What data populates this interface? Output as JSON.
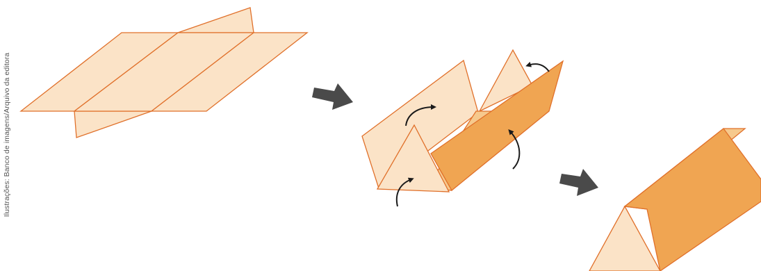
{
  "credit": "Ilustrações: Banco de imagens/Arquivo da editora",
  "colors": {
    "background": "#ffffff",
    "paper_light": "#fbe3c7",
    "paper_mid": "#f6c98d",
    "paper_dark": "#f0a552",
    "fold_line": "#e0702a",
    "step_arrow": "#4a4a4a",
    "motion_arrow": "#1a1a1a"
  },
  "figures": [
    {
      "name": "flat-net",
      "description_visible": false
    },
    {
      "name": "folding-net",
      "description_visible": false
    },
    {
      "name": "triangular-prism",
      "description_visible": false
    }
  ]
}
